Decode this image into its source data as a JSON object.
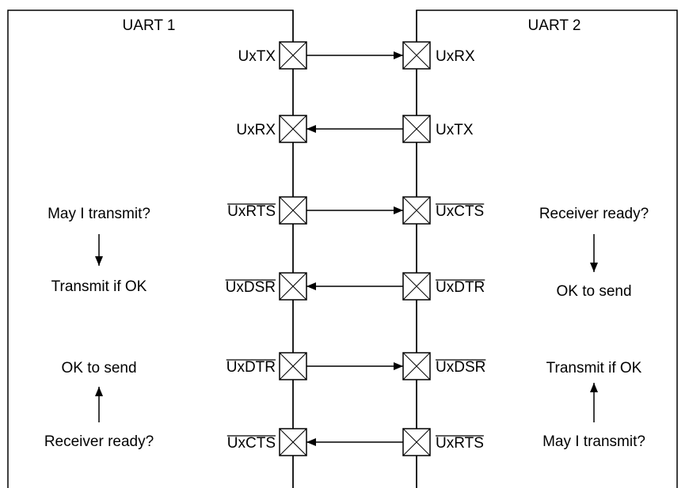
{
  "uart1": {
    "title": "UART 1",
    "pins": [
      "UxTX",
      "UxRX",
      "UxRTS",
      "UxDSR",
      "UxDTR",
      "UxCTS"
    ],
    "notes": [
      "May I transmit?",
      "Transmit if OK",
      "OK to send",
      "Receiver ready?"
    ]
  },
  "uart2": {
    "title": "UART 2",
    "pins": [
      "UxRX",
      "UxTX",
      "UxCTS",
      "UxDTR",
      "UxDSR",
      "UxRTS"
    ],
    "notes": [
      "Receiver ready?",
      "OK to send",
      "Transmit if OK",
      "May I transmit?"
    ]
  },
  "signals": [
    {
      "from": "UART 1",
      "to": "UART 2",
      "active_low": false
    },
    {
      "from": "UART 2",
      "to": "UART 1",
      "active_low": false
    },
    {
      "from": "UART 1",
      "to": "UART 2",
      "active_low": true
    },
    {
      "from": "UART 2",
      "to": "UART 1",
      "active_low": true
    },
    {
      "from": "UART 1",
      "to": "UART 2",
      "active_low": true
    },
    {
      "from": "UART 2",
      "to": "UART 1",
      "active_low": true
    }
  ],
  "colors": {
    "line": "#000000",
    "background": "#ffffff"
  }
}
